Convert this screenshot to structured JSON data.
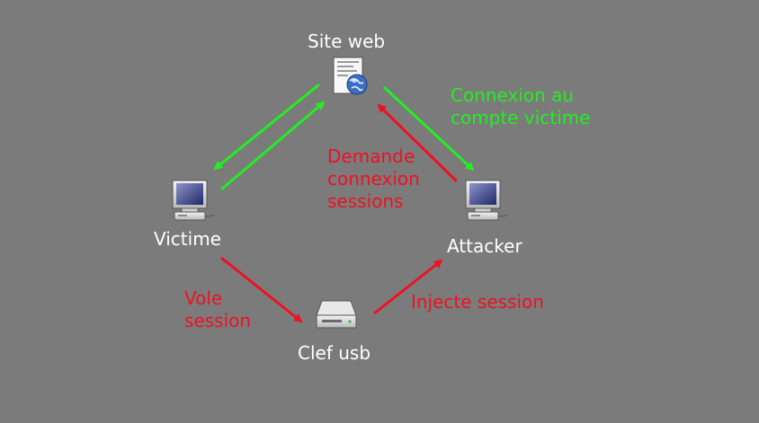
{
  "colors": {
    "background": "#7b7b7b",
    "node_text": "#ffffff",
    "legit_flow": "#22ee22",
    "attack_flow": "#ee1122"
  },
  "nodes": {
    "site": {
      "label": "Site web",
      "icon": "web-page-globe-icon"
    },
    "victim": {
      "label": "Victime",
      "icon": "computer-icon"
    },
    "attacker": {
      "label": "Attacker",
      "icon": "computer-icon"
    },
    "usb": {
      "label": "Clef usb",
      "icon": "drive-icon"
    }
  },
  "edges": {
    "site_to_attacker": {
      "line1": "Connexion au",
      "line2": "compte victime"
    },
    "attacker_to_site": {
      "line1": "Demande",
      "line2": "connexion",
      "line3": "sessions"
    },
    "victim_to_usb": {
      "line1": "Vole",
      "line2": "session"
    },
    "usb_to_attacker": {
      "line1": "Injecte session"
    }
  }
}
